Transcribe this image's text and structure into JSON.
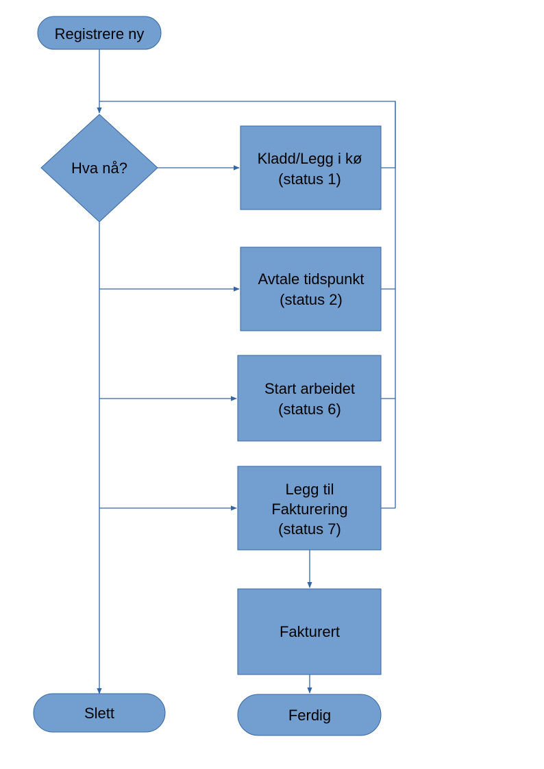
{
  "colors": {
    "node_fill": "#729fcf",
    "node_stroke": "#3465a4",
    "connector": "#3465a4",
    "background": "#ffffff"
  },
  "flowchart": {
    "start": {
      "label": "Registrere ny"
    },
    "decision": {
      "label": "Hva nå?"
    },
    "steps": [
      {
        "lines": [
          "Kladd/Legg i kø",
          "(status 1)"
        ]
      },
      {
        "lines": [
          "Avtale tidspunkt",
          "(status 2)"
        ]
      },
      {
        "lines": [
          "Start arbeidet",
          "(status 6)"
        ]
      },
      {
        "lines": [
          "Legg til",
          "Fakturering",
          "(status 7)"
        ]
      }
    ],
    "invoiced": {
      "label": "Fakturert"
    },
    "delete_end": {
      "label": "Slett"
    },
    "finish_end": {
      "label": "Ferdig"
    }
  }
}
